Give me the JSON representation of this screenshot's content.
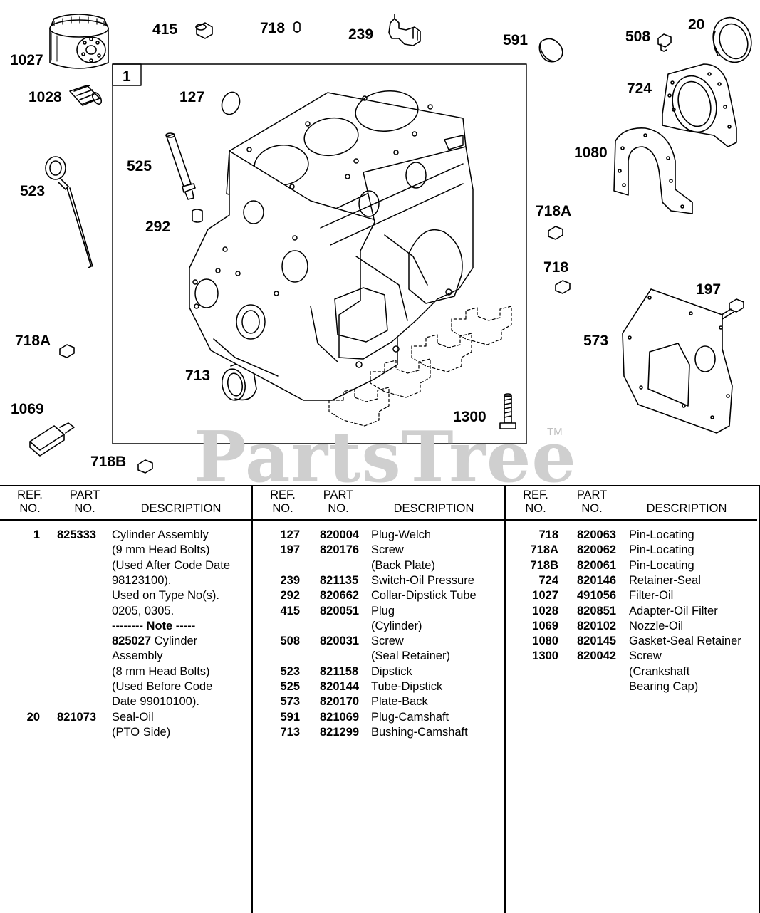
{
  "diagram": {
    "frame_label": "1",
    "watermark": "PartsTree",
    "trademark": "TM",
    "callouts": [
      "1027",
      "415",
      "718",
      "239",
      "591",
      "508",
      "20",
      "1028",
      "127",
      "724",
      "525",
      "1080",
      "523",
      "292",
      "718A",
      "718",
      "197",
      "718A",
      "573",
      "713",
      "1069",
      "1300",
      "718B"
    ]
  },
  "table": {
    "header": {
      "ref": "REF.\nNO.",
      "part": "PART\nNO.",
      "desc": "DESCRIPTION"
    },
    "columns": [
      [
        {
          "ref": "1",
          "part": "825333",
          "desc": "Cylinder Assembly"
        },
        {
          "ref": "",
          "part": "",
          "desc": "(9 mm Head Bolts)"
        },
        {
          "ref": "",
          "part": "",
          "desc": "(Used After Code Date"
        },
        {
          "ref": "",
          "part": "",
          "desc": "98123100)."
        },
        {
          "ref": "",
          "part": "",
          "desc": "Used on Type No(s)."
        },
        {
          "ref": "",
          "part": "",
          "desc": "0205, 0305."
        },
        {
          "ref": "",
          "part": "",
          "desc": "-------- Note -----",
          "bold": true
        },
        {
          "ref": "",
          "part": "",
          "desc_bold": "825027",
          "desc": " Cylinder"
        },
        {
          "ref": "",
          "part": "",
          "desc": "Assembly"
        },
        {
          "ref": "",
          "part": "",
          "desc": "(8 mm Head Bolts)"
        },
        {
          "ref": "",
          "part": "",
          "desc": "(Used Before Code"
        },
        {
          "ref": "",
          "part": "",
          "desc": "Date 99010100)."
        },
        {
          "ref": "20",
          "part": "821073",
          "desc": "Seal-Oil"
        },
        {
          "ref": "",
          "part": "",
          "desc": "(PTO Side)"
        }
      ],
      [
        {
          "ref": "127",
          "part": "820004",
          "desc": "Plug-Welch"
        },
        {
          "ref": "197",
          "part": "820176",
          "desc": "Screw"
        },
        {
          "ref": "",
          "part": "",
          "desc": "(Back Plate)"
        },
        {
          "ref": "239",
          "part": "821135",
          "desc": "Switch-Oil Pressure"
        },
        {
          "ref": "292",
          "part": "820662",
          "desc": "Collar-Dipstick Tube"
        },
        {
          "ref": "415",
          "part": "820051",
          "desc": "Plug"
        },
        {
          "ref": "",
          "part": "",
          "desc": "(Cylinder)"
        },
        {
          "ref": "508",
          "part": "820031",
          "desc": "Screw"
        },
        {
          "ref": "",
          "part": "",
          "desc": "(Seal Retainer)"
        },
        {
          "ref": "523",
          "part": "821158",
          "desc": "Dipstick"
        },
        {
          "ref": "525",
          "part": "820144",
          "desc": "Tube-Dipstick"
        },
        {
          "ref": "573",
          "part": "820170",
          "desc": "Plate-Back"
        },
        {
          "ref": "591",
          "part": "821069",
          "desc": "Plug-Camshaft"
        },
        {
          "ref": "713",
          "part": "821299",
          "desc": "Bushing-Camshaft"
        }
      ],
      [
        {
          "ref": "718",
          "part": "820063",
          "desc": "Pin-Locating"
        },
        {
          "ref": "718A",
          "part": "820062",
          "desc": "Pin-Locating"
        },
        {
          "ref": "718B",
          "part": "820061",
          "desc": "Pin-Locating"
        },
        {
          "ref": "724",
          "part": "820146",
          "desc": "Retainer-Seal"
        },
        {
          "ref": "1027",
          "part": "491056",
          "desc": "Filter-Oil"
        },
        {
          "ref": "1028",
          "part": "820851",
          "desc": "Adapter-Oil Filter"
        },
        {
          "ref": "1069",
          "part": "820102",
          "desc": "Nozzle-Oil"
        },
        {
          "ref": "1080",
          "part": "820145",
          "desc": "Gasket-Seal Retainer"
        },
        {
          "ref": "1300",
          "part": "820042",
          "desc": "Screw"
        },
        {
          "ref": "",
          "part": "",
          "desc": "(Crankshaft"
        },
        {
          "ref": "",
          "part": "",
          "desc": "Bearing Cap)"
        }
      ]
    ]
  }
}
